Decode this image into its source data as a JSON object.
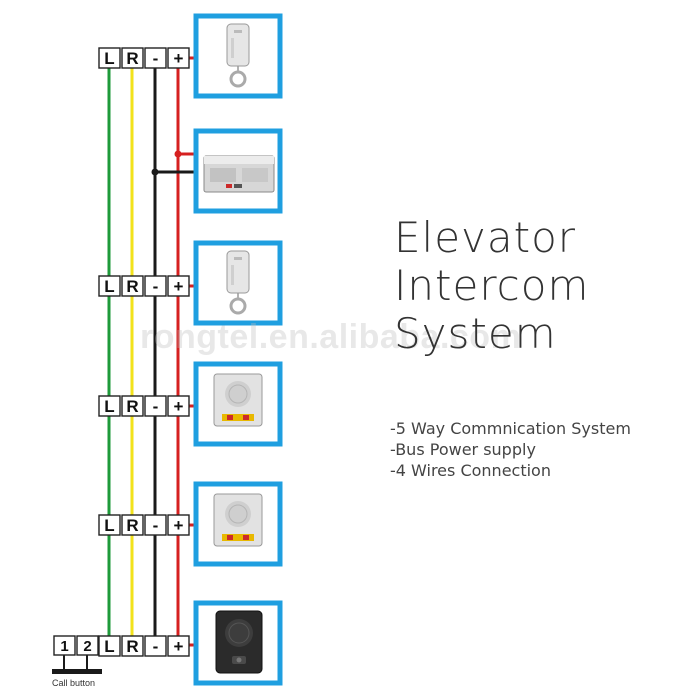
{
  "title": {
    "lines": [
      "Elevator",
      "Intercom",
      "System"
    ]
  },
  "features": [
    "-5 Way Commnication System",
    "-Bus Power supply",
    "-4 Wires Connection"
  ],
  "terminals": {
    "labels": [
      "L",
      "R",
      "-",
      "+"
    ]
  },
  "call_button": {
    "terminals": [
      "1",
      "2"
    ],
    "label": "Call button"
  },
  "watermark": "rongtel.en.alibaba.com",
  "wire_colors": {
    "L": "#1e9a3a",
    "R": "#f2e21b",
    "minus": "#1a1a1a",
    "plus": "#d62020"
  },
  "accent_color": "#1f9fe0",
  "devices": [
    {
      "name": "handset-1-icon"
    },
    {
      "name": "power-supply-icon"
    },
    {
      "name": "handset-2-icon"
    },
    {
      "name": "speaker-1-icon"
    },
    {
      "name": "speaker-2-icon"
    },
    {
      "name": "car-station-icon"
    }
  ]
}
